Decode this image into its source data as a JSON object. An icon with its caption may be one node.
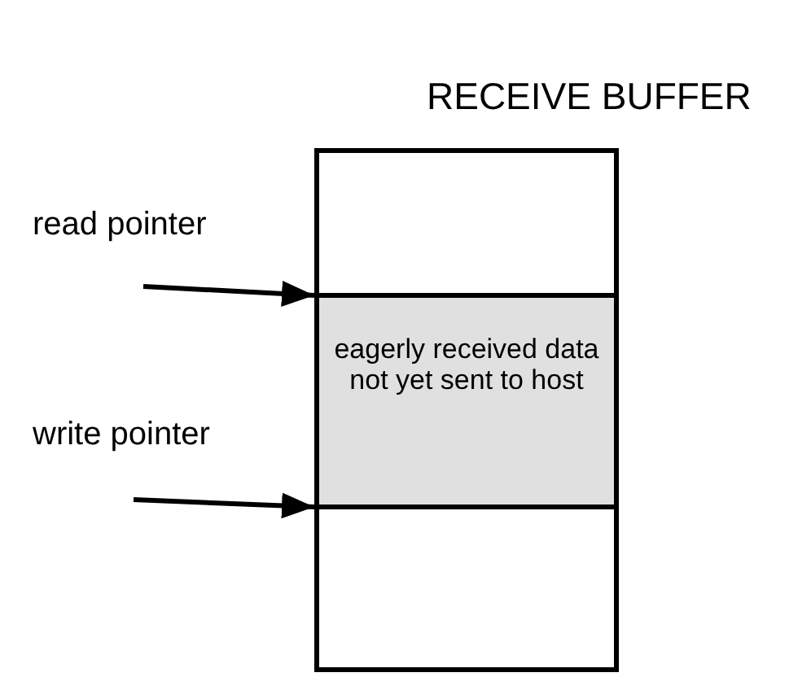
{
  "diagram": {
    "title": "RECEIVE BUFFER",
    "nodes": [
      {
        "text": [
          "read pointer"
        ]
      },
      {
        "text": [
          "write pointer"
        ]
      },
      {
        "text": [],
        "shape": "box"
      },
      {
        "text": [],
        "shape": "box",
        "in": 2
      },
      {
        "text": [
          "eagerly received data not yet sent to host"
        ],
        "in": 2
      },
      {
        "text": [],
        "shape": "box",
        "in": 2
      }
    ],
    "edges": [
      {
        "from": 0,
        "to": 4,
        "arrow": "to"
      },
      {
        "from": 1,
        "to": 5,
        "arrow": "to"
      }
    ]
  }
}
